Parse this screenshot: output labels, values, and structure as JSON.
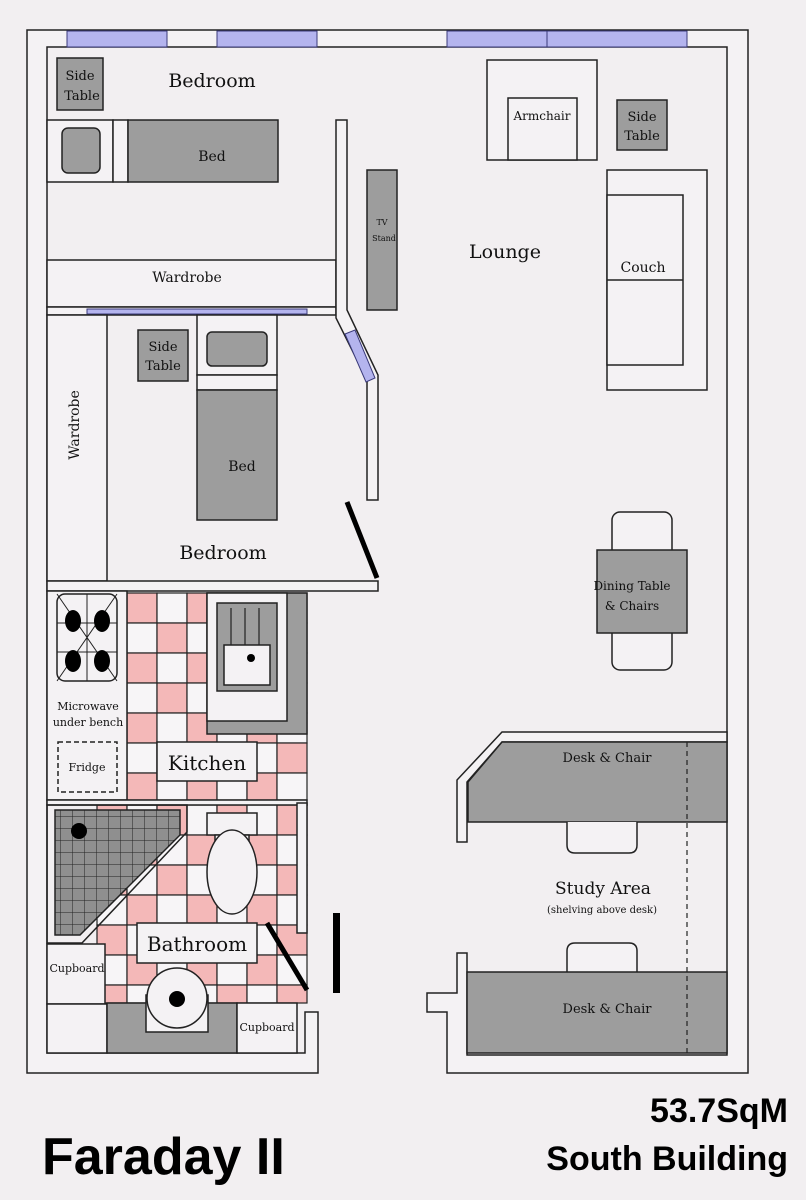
{
  "plan": {
    "name": "Faraday II",
    "area": "53.7SqM",
    "building": "South Building",
    "colors": {
      "wall": "#f4f2f4",
      "furniture": "#9d9d9d",
      "window": "#b4b4ee",
      "tile": "#f4b8b8",
      "background": "#f2eff1"
    },
    "rooms": {
      "bedroom1": {
        "label": "Bedroom",
        "side_table": [
          "Side",
          "Table"
        ],
        "bed": "Bed",
        "wardrobe": "Wardrobe"
      },
      "bedroom2": {
        "label": "Bedroom",
        "side_table": [
          "Side",
          "Table"
        ],
        "bed": "Bed",
        "wardrobe": "Wardrobe"
      },
      "lounge": {
        "label": "Lounge",
        "armchair": "Armchair",
        "side_table": [
          "Side",
          "Table"
        ],
        "couch": "Couch",
        "tv_stand": [
          "TV",
          "Stand"
        ],
        "dining": [
          "Dining Table",
          "& Chairs"
        ]
      },
      "kitchen": {
        "label": "Kitchen",
        "microwave": [
          "Microwave",
          "under bench"
        ],
        "fridge": "Fridge"
      },
      "bathroom": {
        "label": "Bathroom",
        "cupboard1": "Cupboard",
        "cupboard2": "Cupboard"
      },
      "study": {
        "label": "Study Area",
        "note": "(shelving above desk)",
        "desk1": "Desk & Chair",
        "desk2": "Desk & Chair"
      }
    }
  }
}
